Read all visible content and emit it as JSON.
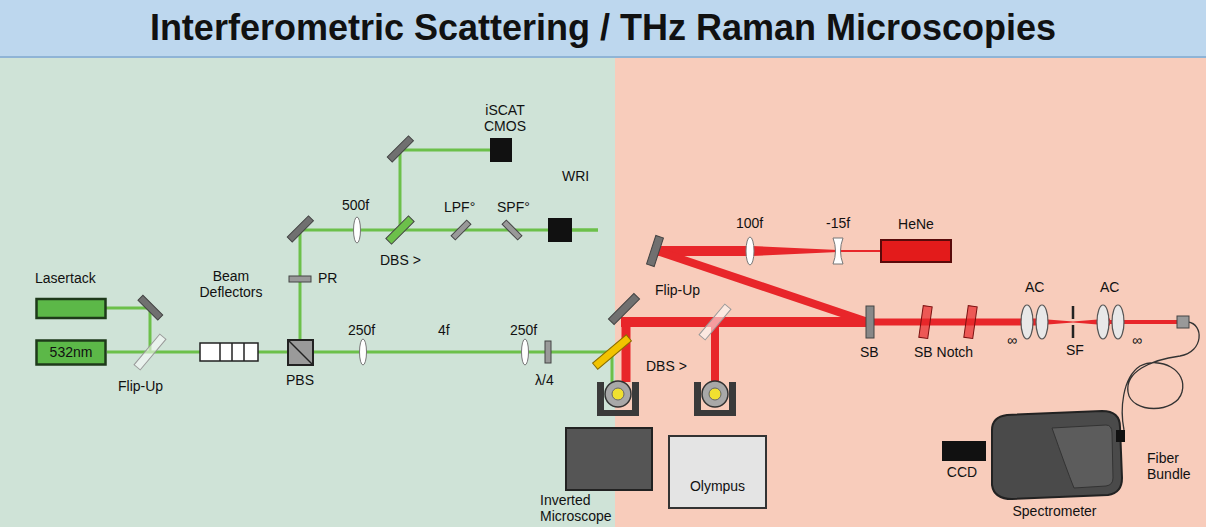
{
  "diagram": {
    "title": "Interferometric Scattering / THz Raman Microscopies",
    "nodes": [
      {
        "text": [
          "Lasertack"
        ]
      },
      {
        "text": [
          "532nm"
        ]
      },
      {
        "text": [
          "iSCAT CMOS"
        ]
      },
      {
        "text": [
          "WRI"
        ]
      },
      {
        "text": [
          "HeNe"
        ]
      },
      {
        "text": [
          "Inverted Microscope"
        ]
      },
      {
        "text": [
          "Olympus"
        ]
      },
      {
        "text": [
          "Spectrometer"
        ]
      },
      {
        "text": [
          "CCD"
        ]
      }
    ],
    "labels": [
      "Flip-Up",
      "Beam Deflectors",
      "PBS",
      "PR",
      "250f",
      "4f",
      "250f",
      "λ/4",
      "DBS >",
      "500f",
      "DBS >",
      "LPF°",
      "SPF°",
      "100f",
      "-15f",
      "Flip-Up",
      "SB",
      "SB Notch",
      "AC",
      "AC",
      "SF",
      "∞",
      "∞",
      "Fiber Bundle"
    ]
  }
}
